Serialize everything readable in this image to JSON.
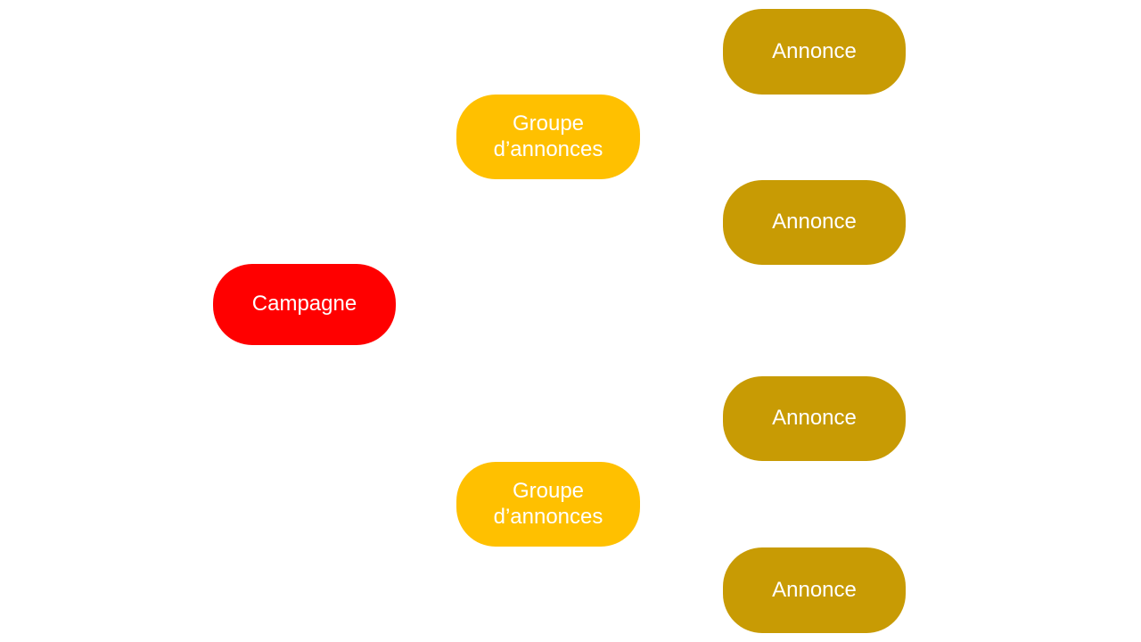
{
  "diagram": {
    "description_labels": {
      "campaign": "Campagne",
      "ad_group": "Groupe d’annonces",
      "ad": "Annonce"
    },
    "colors": {
      "canvas_background": "#ffffff",
      "campaign": "#ff0000",
      "ad_group": "#ffc000",
      "ad": "#c89b04",
      "node_text": "#ffffff"
    },
    "nodes": [
      {
        "id": "campagne",
        "type": "campaign",
        "label": "Campagne",
        "column": 1
      },
      {
        "id": "groupe-1",
        "type": "ad_group",
        "label": "Groupe d’annonces",
        "column": 2
      },
      {
        "id": "groupe-2",
        "type": "ad_group",
        "label": "Groupe d’annonces",
        "column": 2
      },
      {
        "id": "annonce-1",
        "type": "ad",
        "label": "Annonce",
        "column": 3
      },
      {
        "id": "annonce-2",
        "type": "ad",
        "label": "Annonce",
        "column": 3
      },
      {
        "id": "annonce-3",
        "type": "ad",
        "label": "Annonce",
        "column": 3
      },
      {
        "id": "annonce-4",
        "type": "ad",
        "label": "Annonce",
        "column": 3
      }
    ],
    "connectors": []
  }
}
